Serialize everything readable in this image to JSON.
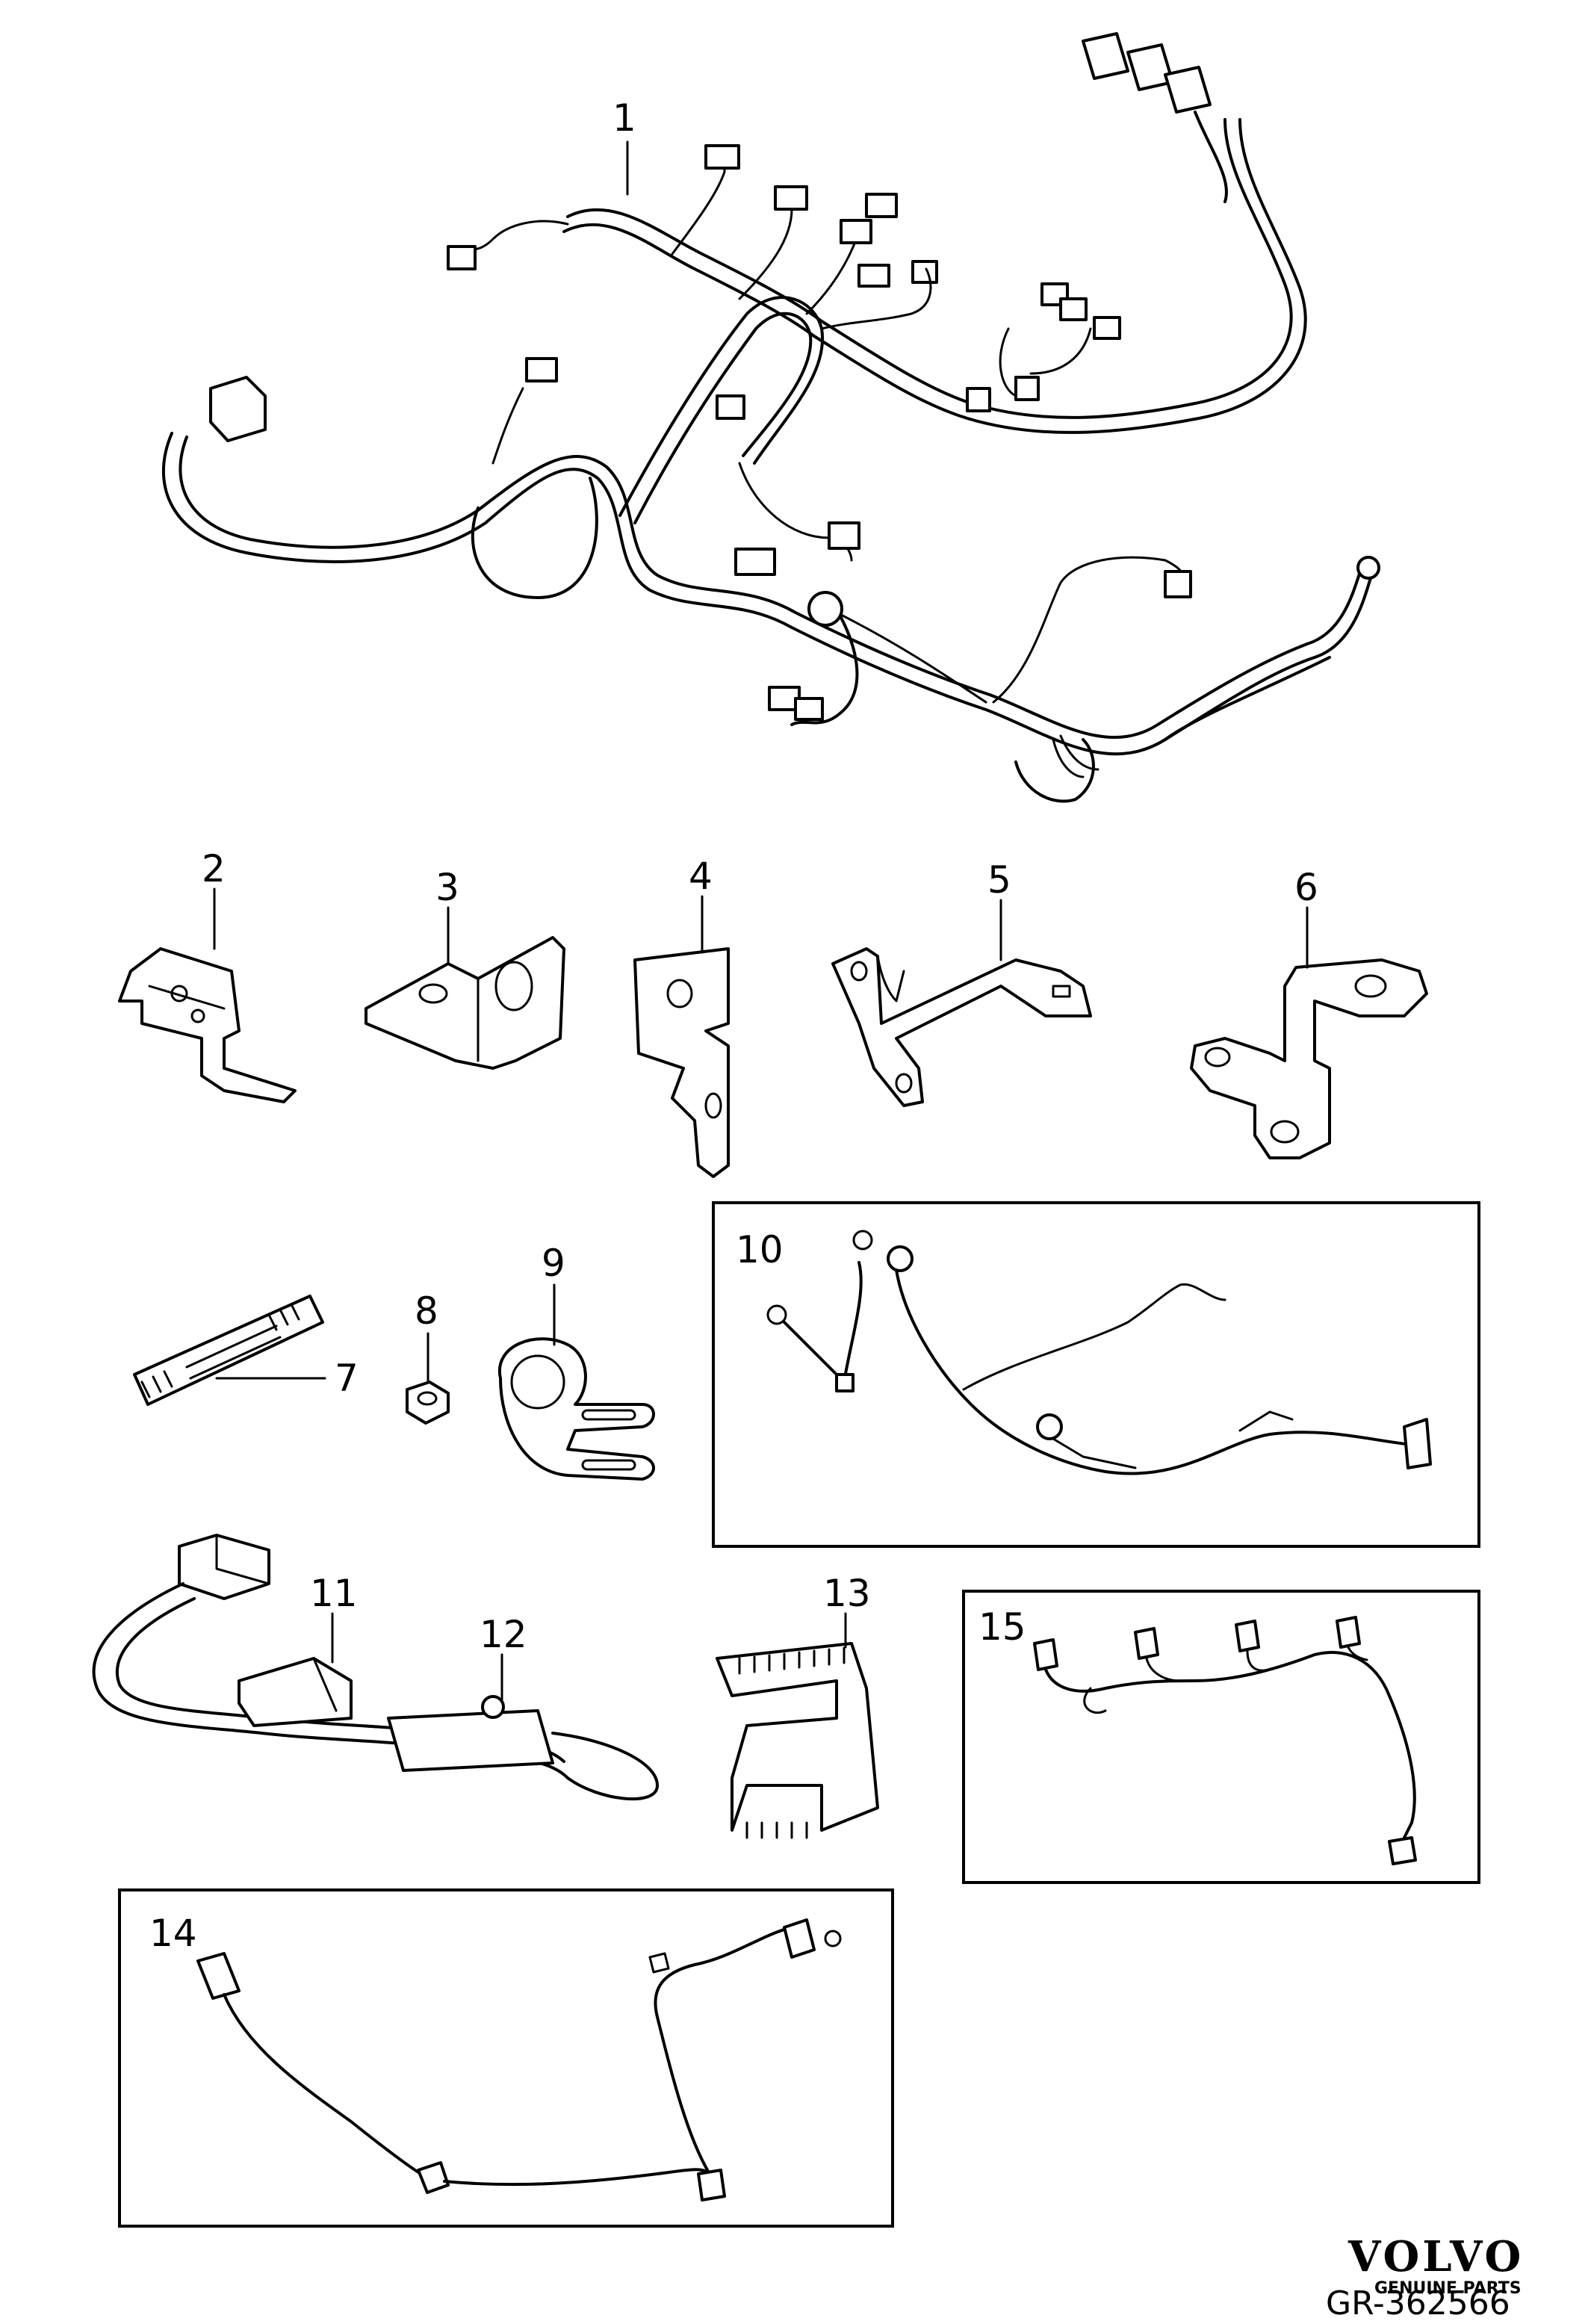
{
  "callouts": {
    "c1": "1",
    "c2": "2",
    "c3": "3",
    "c4": "4",
    "c5": "5",
    "c6": "6",
    "c7": "7",
    "c8": "8",
    "c9": "9",
    "c10": "10",
    "c11": "11",
    "c12": "12",
    "c13": "13",
    "c14": "14",
    "c15": "15"
  },
  "brand": {
    "name": "VOLVO",
    "tagline": "GENUINE PARTS"
  },
  "reference_code": "GR-362566",
  "colors": {
    "line": "#000000",
    "background": "#ffffff"
  }
}
